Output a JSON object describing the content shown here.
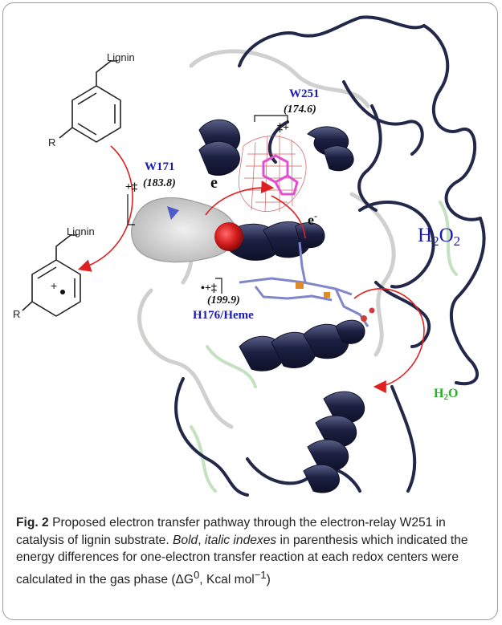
{
  "figure": {
    "substrate_top_label": "Lignin",
    "substrate_top_r": "R",
    "substrate_bottom_label": "Lignin",
    "substrate_bottom_r": "R",
    "radical_charge": "+",
    "w251_label": "W251",
    "w251_energy": "(174.6)",
    "w251_charge": "‡+",
    "w171_label": "W171",
    "w171_energy": "(183.8)",
    "w171_charge": "+‡",
    "heme_label": "H176/Heme",
    "heme_energy": "(199.9)",
    "heme_charge": "•+‡",
    "electron_left": "e",
    "electron_right": "e",
    "electron_sup": "-",
    "h2o2_main": "H",
    "h2o2_sub1": "2",
    "h2o2_o": "O",
    "h2o2_sub2": "2",
    "h2o_main": "H",
    "h2o_sub": "2",
    "h2o_o": "O"
  },
  "caption": {
    "fig_label": "Fig. 2",
    "text_1": " Proposed electron transfer pathway through the electron-relay W251 in catalysis of lignin substrate. ",
    "bold_word": "Bold",
    "text_2": ", ",
    "italic_word": "italic indexes",
    "text_3": " in parenthesis which indicated the energy differences for one-electron transfer reaction at each redox centers were calculated in the gas phase (ΔG",
    "sup_0": "0",
    "text_4": ", Kcal mol",
    "sup_unit": "−1",
    "text_5": ")"
  },
  "colors": {
    "ribbon": "#23284a",
    "electron_path": "#e02020",
    "residue_label": "#1a1ab4",
    "water_label": "#22b422",
    "frame": "#9a9a9a"
  }
}
